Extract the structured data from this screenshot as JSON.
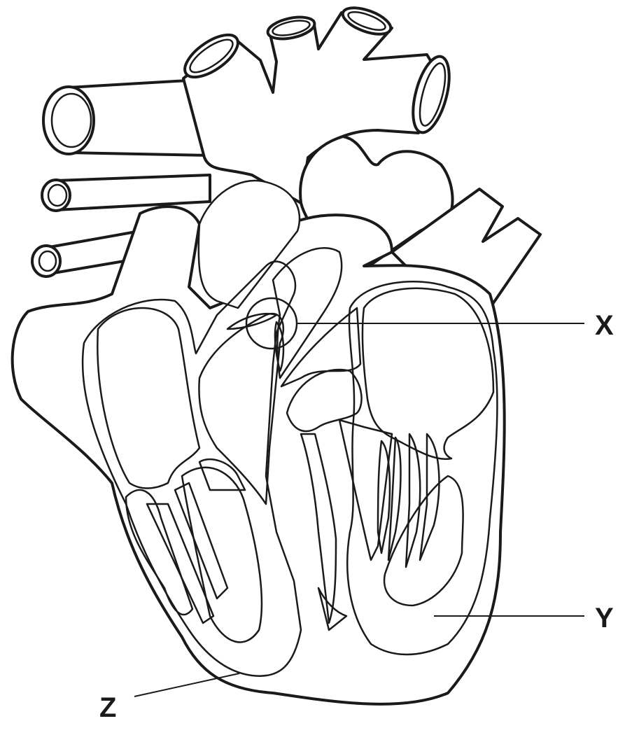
{
  "diagram": {
    "labels": {
      "x": "X",
      "y": "Y",
      "z": "Z"
    }
  }
}
